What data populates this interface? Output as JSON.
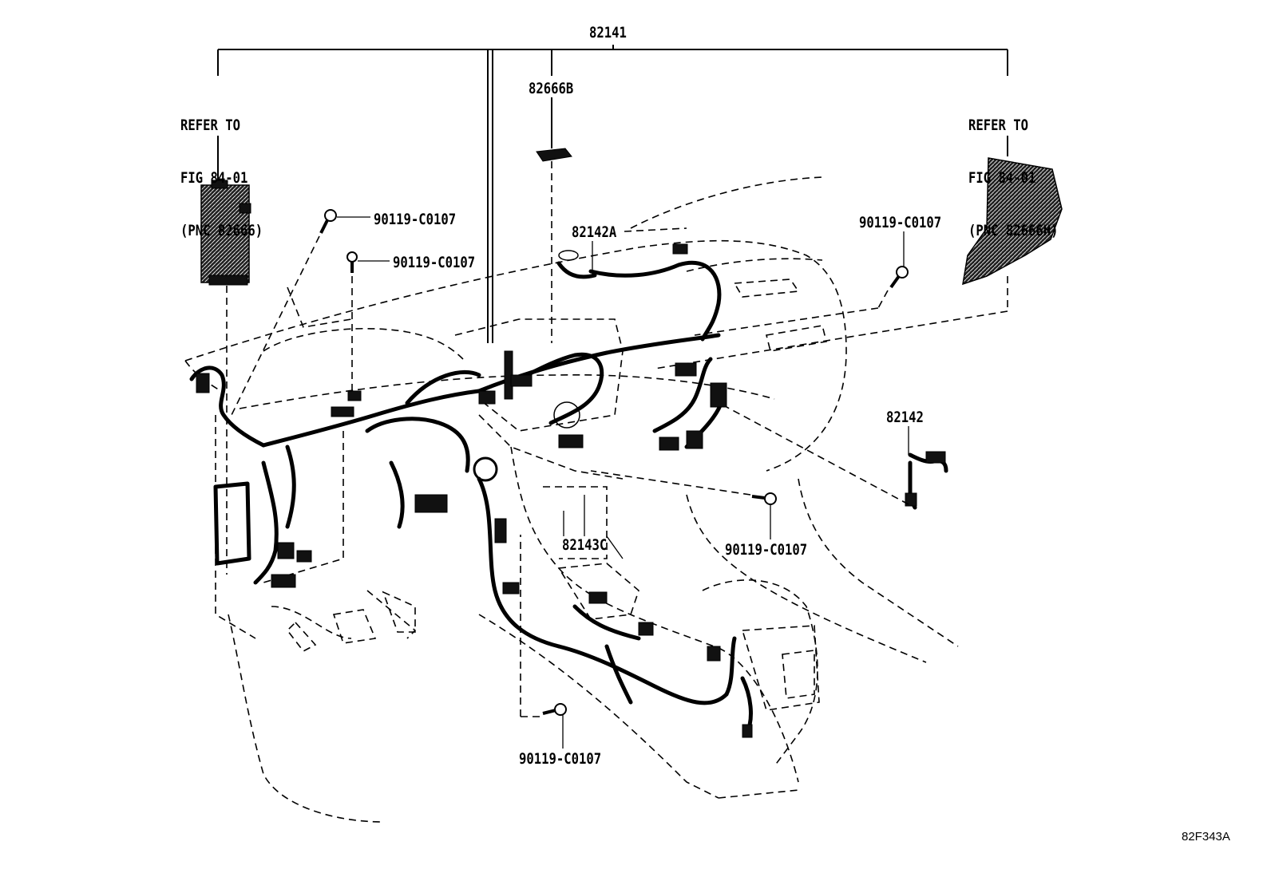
{
  "parts": {
    "main_harness": "82141",
    "clamp": "82666B",
    "sub_harness_a": "82142A",
    "sub_harness": "82142",
    "sub_harness_c": "82143C",
    "bolt_1": "90119-C0107",
    "bolt_2": "90119-C0107",
    "bolt_3": "90119-C0107",
    "bolt_4": "90119-C0107",
    "bolt_5": "90119-C0107"
  },
  "references": {
    "left": {
      "line1": "REFER TO",
      "line2": "FIG 84-01",
      "line3": "(PNC 82666)"
    },
    "right": {
      "line1": "REFER TO",
      "line2": "FIG 84-01",
      "line3": "(PNC 82666H)"
    }
  },
  "figure_code": "82F343A"
}
